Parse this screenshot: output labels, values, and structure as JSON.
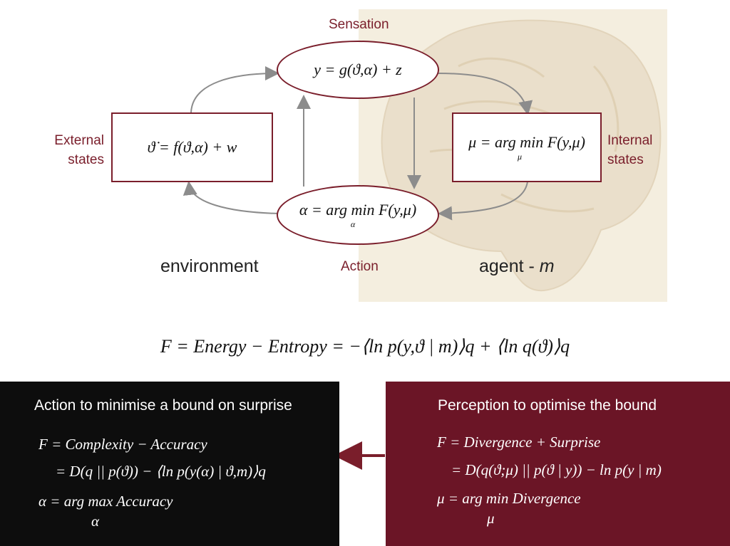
{
  "diagram": {
    "labels": {
      "sensation": "Sensation",
      "external_states": "External\nstates",
      "internal_states": "Internal\nstates",
      "action": "Action",
      "environment": "environment",
      "agent": "agent - ",
      "agent_m": "m"
    },
    "equations": {
      "sensation": "y = g(ϑ,α) + z",
      "external": "ϑ̇ = f(ϑ,α) + w",
      "internal": "μ = arg min F(y,μ)",
      "internal_sub": "μ",
      "action": "α = arg min F(y,μ)",
      "action_sub": "α"
    },
    "free_energy": "F = Energy − Entropy = −⟨ln p(y,ϑ | m)⟩q + ⟨ln q(ϑ)⟩q",
    "panels": {
      "action": {
        "title": "Action to minimise a bound on surprise",
        "line1": "F = Complexity − Accuracy",
        "line2": "= D(q || p(ϑ)) − ⟨ln p(y(α) | ϑ,m)⟩q",
        "line3": "α = arg max Accuracy",
        "line3_sub": "α"
      },
      "perception": {
        "title": "Perception to optimise the bound",
        "line1": "F = Divergence + Surprise",
        "line2": "= D(q(ϑ;μ) || p(ϑ | y)) − ln p(y | m)",
        "line3": "μ = arg min Divergence",
        "line3_sub": "μ"
      }
    },
    "colors": {
      "accent": "#7a1e2b",
      "action_panel": "#0d0d0d",
      "perception_panel": "#6b1526",
      "arrow": "#8c8c8c"
    }
  }
}
